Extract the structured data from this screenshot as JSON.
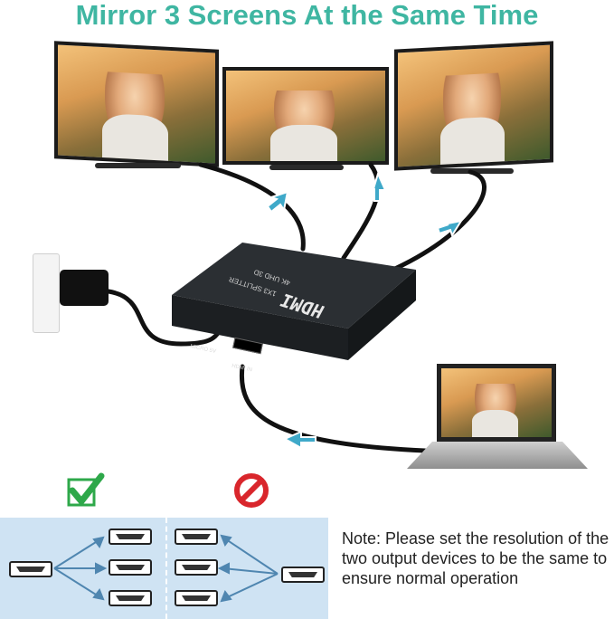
{
  "title": "Mirror 3 Screens At the Same Time",
  "device": {
    "brand": "HDMI",
    "model_text": "1X3 SPLITTER",
    "resolution_text": "4K UHD 3D",
    "port_label_power": "MICRO 5V",
    "port_label_input": "HDMI IN"
  },
  "note": "Note: Please set the resolution of the two output devices to be the same to ensure normal operation",
  "colors": {
    "title": "#3fb6a2",
    "arrow": "#3fa9c9",
    "panel": "#cfe3f3",
    "check": "#2ea84a",
    "prohibit": "#d9262c"
  },
  "icons": {
    "correct": "check-icon",
    "wrong": "prohibited-icon"
  }
}
